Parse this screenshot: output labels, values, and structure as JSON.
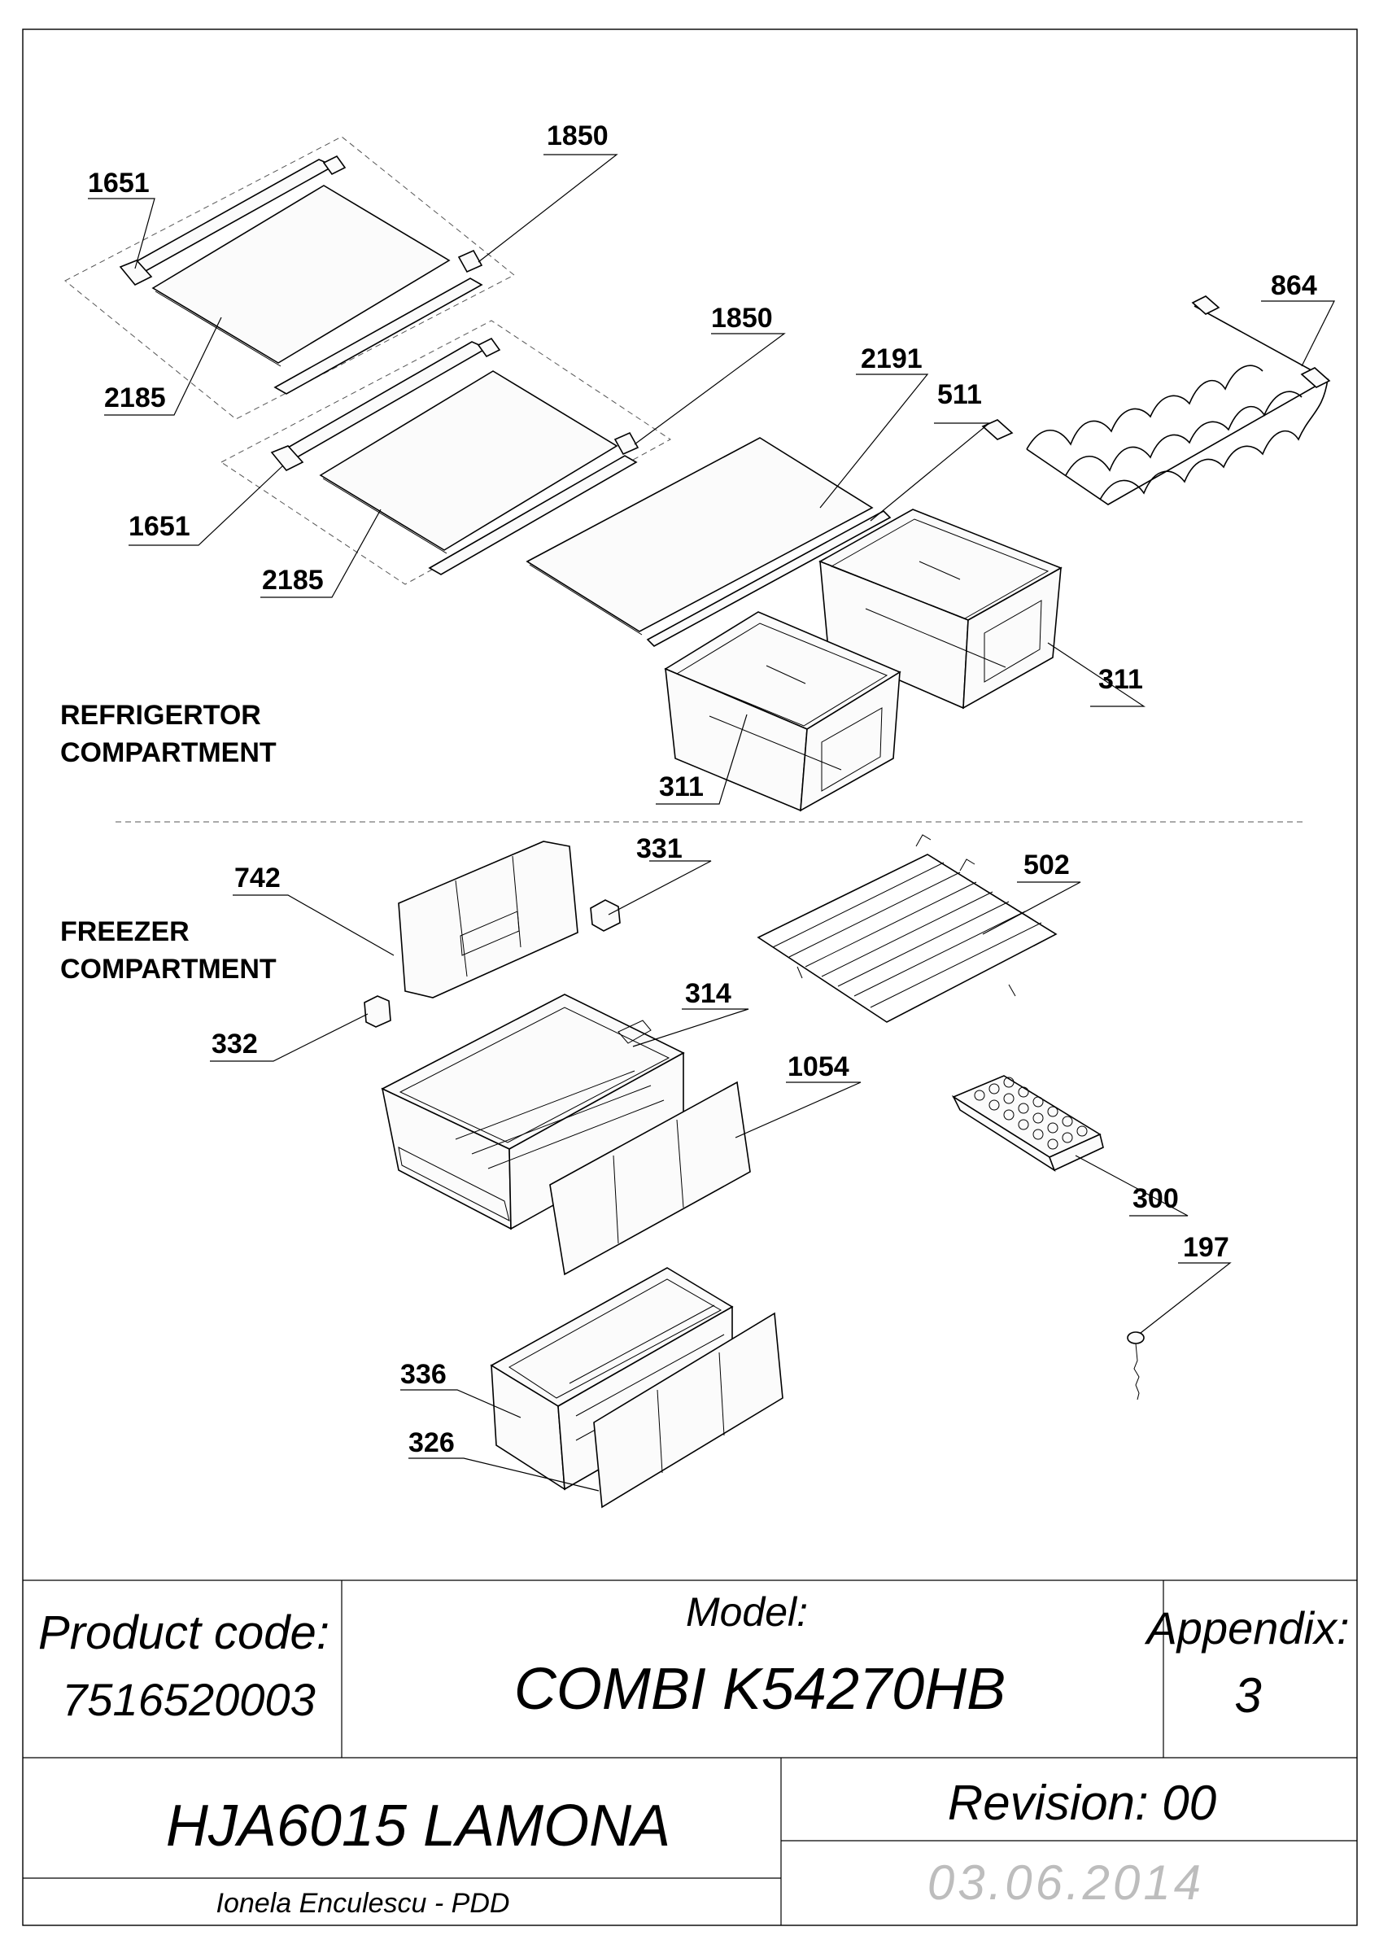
{
  "sections": {
    "refrigerator_line1": "REFRIGERTOR",
    "refrigerator_line2": "COMPARTMENT",
    "freezer_line1": "FREEZER",
    "freezer_line2": "COMPARTMENT"
  },
  "part_labels": {
    "p1651_top": "1651",
    "p1850_top": "1850",
    "p2185_top": "2185",
    "p864": "864",
    "p1850_mid": "1850",
    "p2191": "2191",
    "p511": "511",
    "p1651_mid": "1651",
    "p2185_mid": "2185",
    "p311_right": "311",
    "p311_left": "311",
    "p331": "331",
    "p742": "742",
    "p502": "502",
    "p314": "314",
    "p332": "332",
    "p1054": "1054",
    "p300": "300",
    "p197": "197",
    "p336": "336",
    "p326": "326"
  },
  "title_block": {
    "product_code_label": "Product code:",
    "product_code": "7516520003",
    "model_label": "Model:",
    "model": "COMBI K54270HB",
    "appendix_label": "Appendix:",
    "appendix": "3",
    "project": "HJA6015 LAMONA",
    "revision": "Revision: 00",
    "author": "Ionela Enculescu - PDD",
    "date": "03.06.2014"
  }
}
